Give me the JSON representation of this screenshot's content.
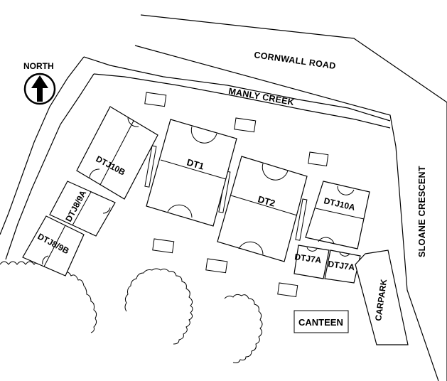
{
  "map": {
    "compass_label": "NORTH",
    "roads": {
      "north": "CORNWALL ROAD",
      "east": "SLOANE CRESCENT"
    },
    "creek": "MANLY CREEK",
    "fields": {
      "dt1": "DT1",
      "dt2": "DT2",
      "dtj10a": "DTJ10A",
      "dtj10b": "DTJ10B",
      "dtj8_9a": "DTJ8/9A",
      "dtj8_9b": "DTJ8/9B",
      "dtj7a_left": "DTJ7A",
      "dtj7a_right": "DTJ7A"
    },
    "buildings": {
      "canteen": "CANTEEN",
      "carpark": "CARPARK"
    },
    "icons": {
      "compass": "north-arrow-icon"
    },
    "colors": {
      "ink": "#000000",
      "paper": "#ffffff"
    }
  }
}
